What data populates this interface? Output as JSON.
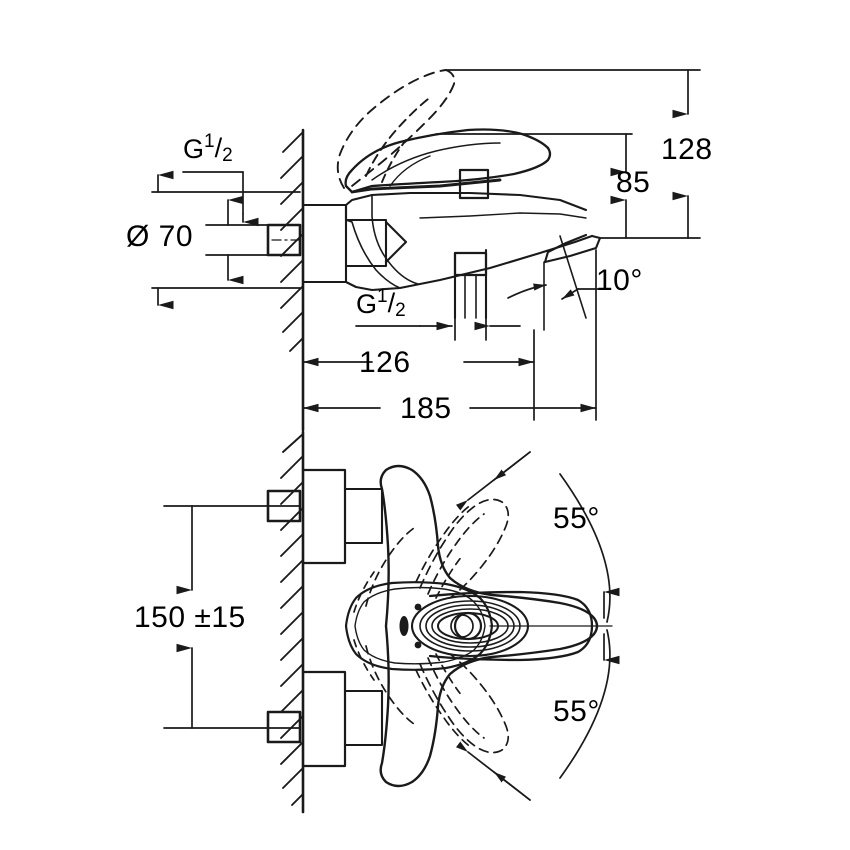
{
  "drawing": {
    "title": "Bath/shower mixer technical dimension drawing",
    "units": "mm",
    "line_color": "#1a1a1a",
    "background": "#ffffff",
    "views": [
      {
        "name": "side-elevation-view",
        "position": "top"
      },
      {
        "name": "front-plan-view",
        "position": "bottom"
      }
    ]
  },
  "dimensions": {
    "thread_top": {
      "label_g": "G",
      "numerator": "1",
      "slash": "/",
      "denominator": "2",
      "name": "g-half-thread-top"
    },
    "thread_bottom": {
      "label_g": "G",
      "numerator": "1",
      "slash": "/",
      "denominator": "2",
      "name": "g-half-thread-bottom"
    },
    "diameter": {
      "symbol": "Ø",
      "value": "70",
      "text": "Ø 70"
    },
    "height_spout": {
      "value": "85",
      "text": "85"
    },
    "height_total": {
      "value": "128",
      "text": "128"
    },
    "angle_spout": {
      "value": "10",
      "text": "10°"
    },
    "projection_inner": {
      "value": "126",
      "text": "126"
    },
    "projection_outer": {
      "value": "185",
      "text": "185"
    },
    "centre_distance": {
      "value": "150",
      "tolerance": "±15",
      "text": "150 ±15"
    },
    "lever_angle_up": {
      "value": "55",
      "text": "55°"
    },
    "lever_angle_down": {
      "value": "55",
      "text": "55°"
    }
  }
}
